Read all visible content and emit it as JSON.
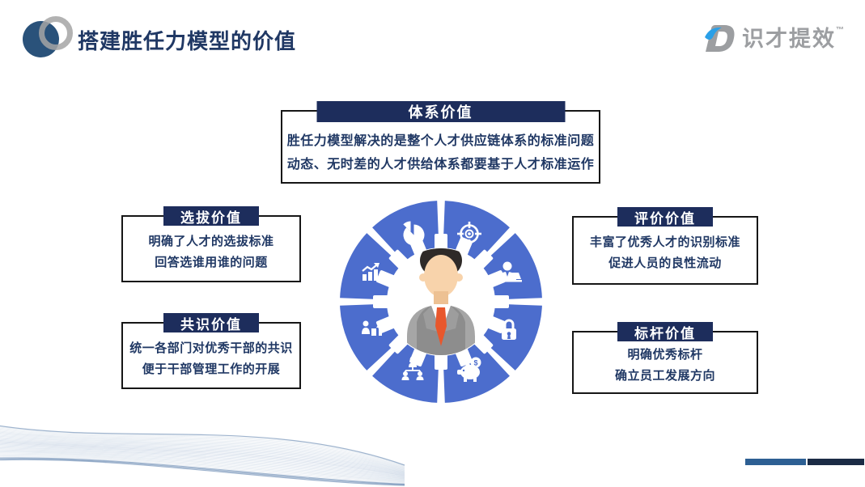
{
  "slide": {
    "title": "搭建胜任力模型的价值",
    "brand": {
      "name": "识才提效",
      "tm": "™"
    }
  },
  "colors": {
    "navy_header": "#1d2d5c",
    "text_navy": "#203864",
    "wheel_blue": "#4c6dcd",
    "border_dark": "#161616",
    "brand_gray": "#9c9ea1",
    "brand_blue": "#2aa0e8",
    "logo_circle_blue": "#2a527a",
    "logo_ring_gray": "#a5a5a5",
    "tie_orange": "#e8572c",
    "footer_bar_blue": "#2d5f93",
    "footer_bar_navy": "#1b2b45",
    "wave_blue": "#3f6a9e"
  },
  "boxes": {
    "system": {
      "title": "体系价值",
      "lines": [
        "胜任力模型解决的是整个人才供应链体系的标准问题",
        "动态、无时差的人才供给体系都要基于人才标准运作"
      ]
    },
    "selection": {
      "title": "选拔价值",
      "lines": [
        "明确了人才的选拔标准",
        "回答选谁用谁的问题"
      ]
    },
    "consensus": {
      "title": "共识价值",
      "lines": [
        "统一各部门对优秀干部的共识",
        "便于干部管理工作的开展"
      ]
    },
    "evaluation": {
      "title": "评价价值",
      "lines": [
        "丰富了优秀人才的识别标准",
        "促进人员的良性流动"
      ]
    },
    "benchmark": {
      "title": "标杆价值",
      "lines": [
        "明确优秀标杆",
        "确立员工发展方向"
      ]
    }
  },
  "wheel": {
    "segments": 8,
    "gap_degrees": 4.4,
    "icons": [
      "target",
      "businessman-laptop",
      "padlock",
      "piggy-bank",
      "org-chart",
      "growth-person",
      "bar-chart-trend",
      "pie-chart"
    ],
    "center_figure": "businessman"
  }
}
